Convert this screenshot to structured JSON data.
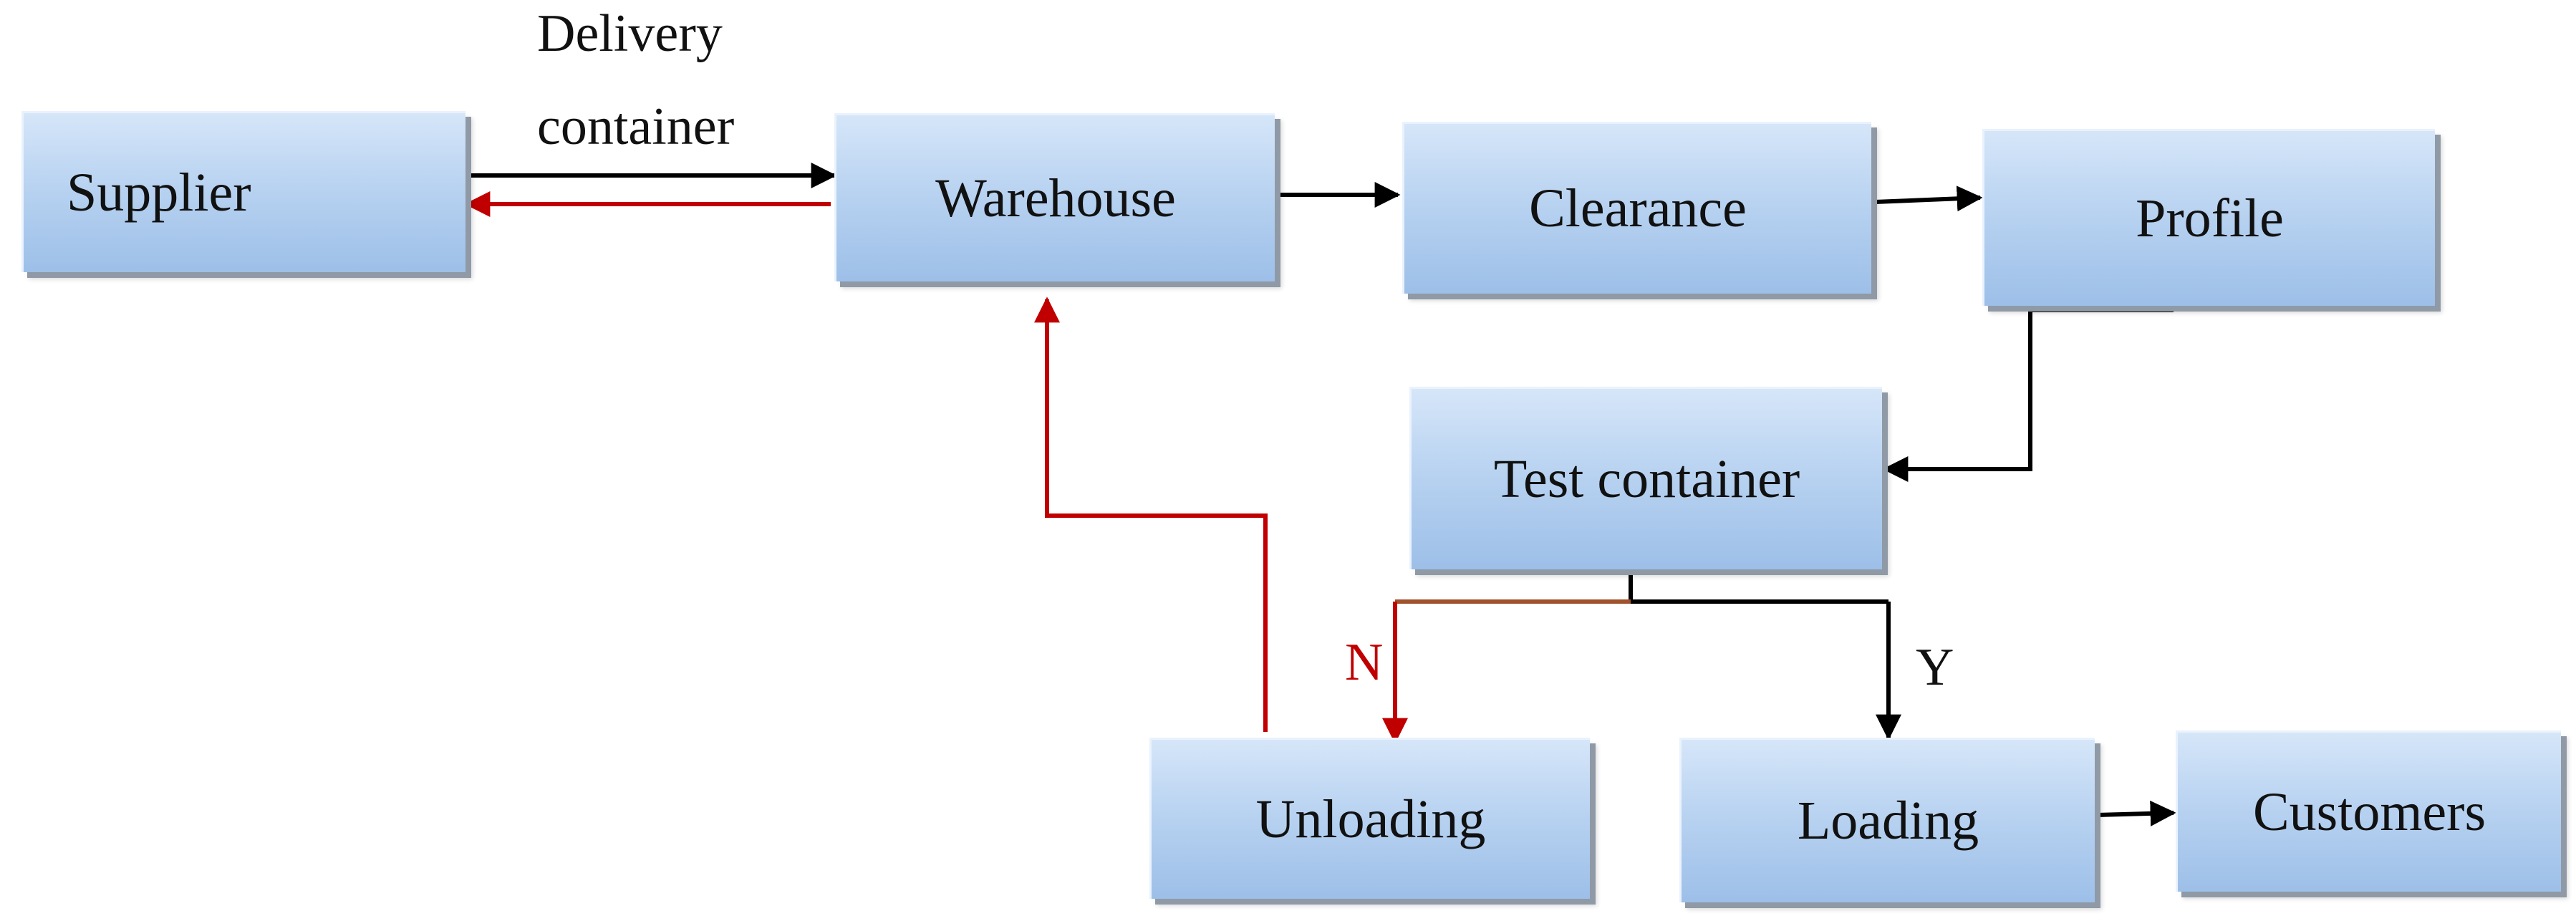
{
  "nodes": {
    "supplier": "Supplier",
    "warehouse": "Warehouse",
    "clearance": "Clearance",
    "profile": "Profile",
    "test_container": "Test container",
    "unloading": "Unloading",
    "loading": "Loading",
    "customers": "Customers"
  },
  "edge_labels": {
    "delivery_line1": "Delivery",
    "delivery_line2": "container",
    "no": "N",
    "yes": "Y"
  },
  "colors": {
    "forward_flow": "#000000",
    "return_flow": "#c00000",
    "box_fill": "#b9d3f1"
  }
}
